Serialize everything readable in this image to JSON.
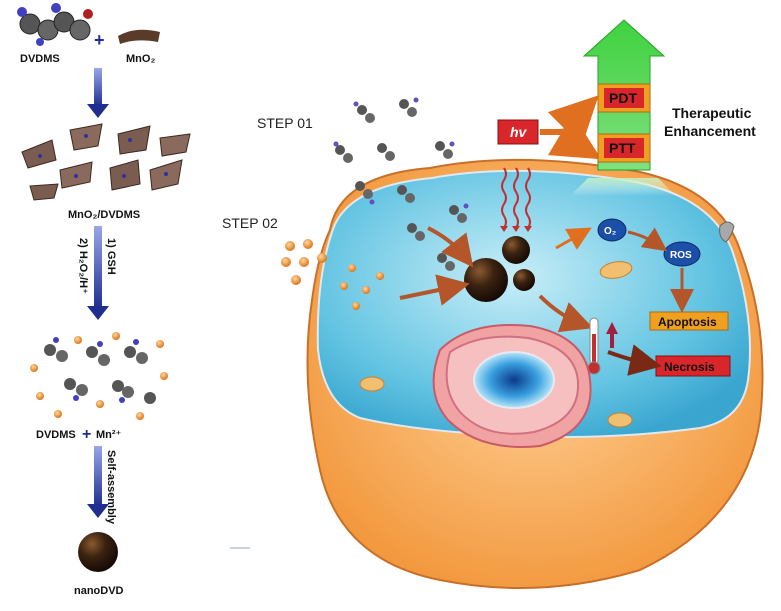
{
  "left_panel": {
    "dvdms_label": "DVDMS",
    "plus": "+",
    "mno2_label": "MnO₂",
    "complex_label": "MnO₂/DVDMS",
    "step_gsh": "1) GSH",
    "step_h2o2": "2) H₂O₂/H⁺",
    "dvdms_mn_label": "DVDMS",
    "mn_label": "Mn²⁺",
    "self_assembly": "Self-assembly",
    "nanodvd_label": "nanoDVD"
  },
  "cell_panel": {
    "step01": "STEP 01",
    "step02": "STEP 02",
    "hv": "hv",
    "pdt": "PDT",
    "ptt": "PTT",
    "therapeutic": "Therapeutic",
    "enhancement": "Enhancement",
    "o2": "O₂",
    "ros": "ROS",
    "apoptosis": "Apoptosis",
    "necrosis": "Necrosis"
  },
  "colors": {
    "arrow_blue": "#1f2f8f",
    "cell_orange": "#f3a14a",
    "cyto_blue": "#4fb8da",
    "green_box": "#2fc42f",
    "red_box": "#d8262a",
    "label_orange": "#f0a020",
    "nucleus_pink": "#e8708a",
    "particle_brown": "#3a2210"
  }
}
